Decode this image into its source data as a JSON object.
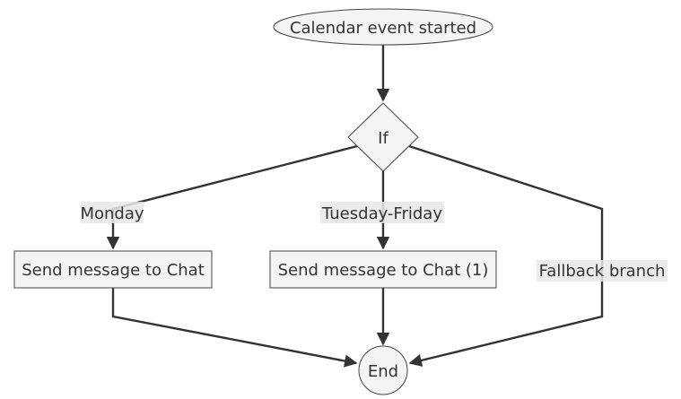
{
  "nodes": {
    "start": {
      "label": "Calendar event started",
      "shape": "ellipse"
    },
    "decision": {
      "label": "If",
      "shape": "diamond"
    },
    "action_monday": {
      "label": "Send message to Chat",
      "shape": "rectangle"
    },
    "action_weekday": {
      "label": "Send message to Chat (1)",
      "shape": "rectangle"
    },
    "end": {
      "label": "End",
      "shape": "circle"
    }
  },
  "edges": {
    "monday": {
      "label": "Monday"
    },
    "tuesday_friday": {
      "label": "Tuesday-Friday"
    },
    "fallback": {
      "label": "Fallback branch"
    }
  },
  "colors": {
    "node_fill": "#f4f4f4",
    "node_stroke": "#444444",
    "edge": "#333333",
    "label_bg": "#e8e8e8",
    "text": "#333333"
  }
}
